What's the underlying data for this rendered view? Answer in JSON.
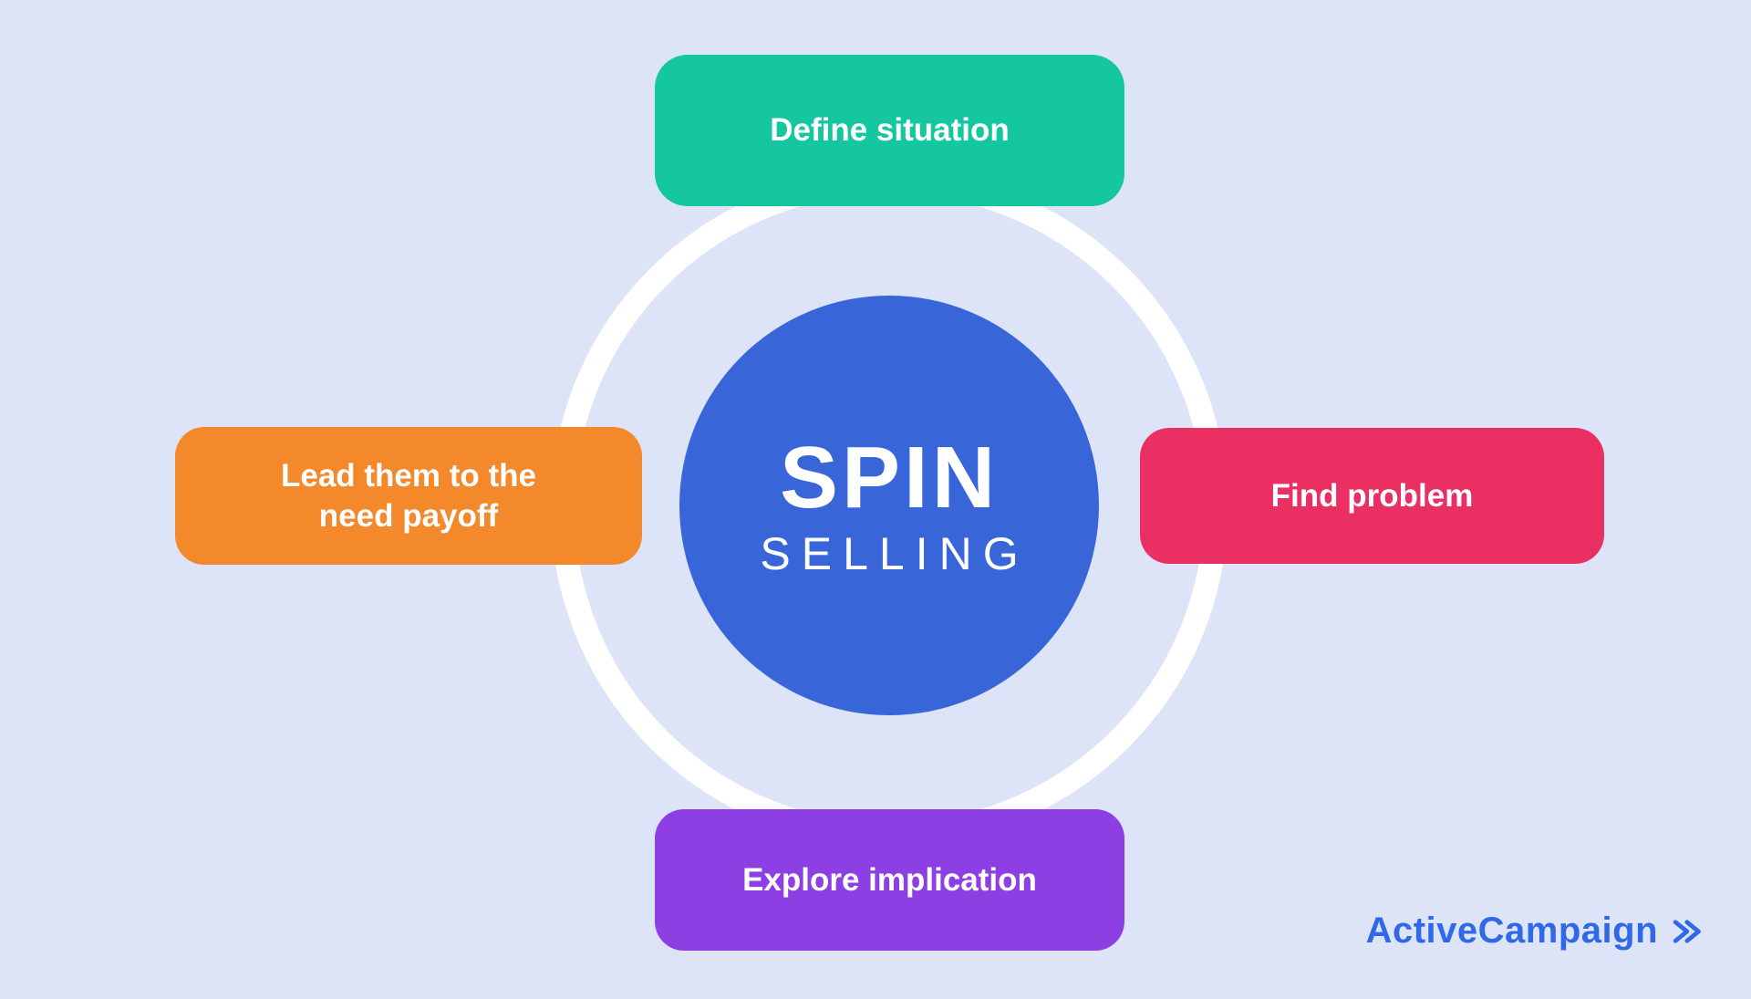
{
  "background": "#dde4f7",
  "ring_color": "#ffffff",
  "center": {
    "title": "SPIN",
    "subtitle": "SELLING",
    "color": "#3866d9",
    "text_color": "#ffffff"
  },
  "nodes": [
    {
      "position": "top",
      "label": "Define situation",
      "color": "#15c79f"
    },
    {
      "position": "right",
      "label": "Find problem",
      "color": "#ea2f63"
    },
    {
      "position": "bottom",
      "label": "Explore implication",
      "color": "#8e3fe3"
    },
    {
      "position": "left",
      "label": "Lead them to the need payoff",
      "color": "#f4892c"
    }
  ],
  "brand": {
    "name": "ActiveCampaign",
    "color": "#3069e8",
    "chevron_icon": "double-chevron-right"
  }
}
